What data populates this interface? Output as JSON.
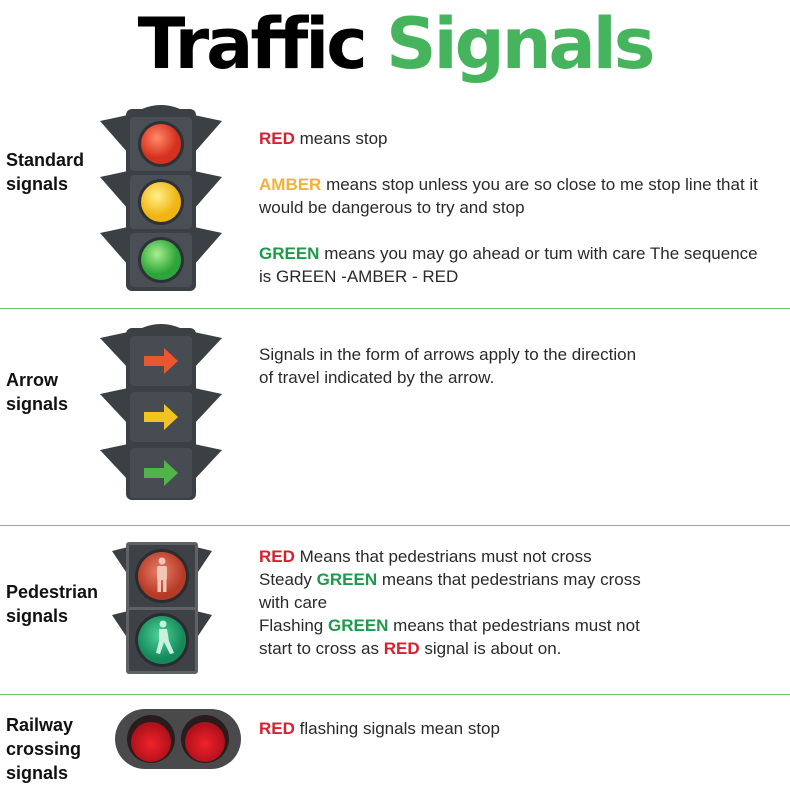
{
  "title": {
    "part1": "Traffic",
    "part2": "Signals"
  },
  "colors": {
    "accent_green": "#45b45d",
    "red": "#d7212f",
    "amber": "#f2b13c",
    "green": "#1e9a4a",
    "divider": "#6cc47a"
  },
  "sections": [
    {
      "label_line1": "Standard",
      "label_line2": "signals",
      "icon": "three-light-traffic-signal-icon",
      "items": [
        {
          "keyword": "RED",
          "text": " means stop"
        },
        {
          "keyword": "AMBER",
          "text": " means stop unless you are so close to me stop line that it",
          "text2": "would be dangerous to try and stop"
        },
        {
          "keyword": "GREEN",
          "text": " means you may go ahead or tum with care The sequence",
          "text2": "is GREEN -AMBER - RED"
        }
      ]
    },
    {
      "label_line1": "Arrow",
      "label_line2": "signals",
      "icon": "arrow-traffic-signal-icon",
      "line1": "Signals in the form of arrows apply to the direction",
      "line2": "of travel indicated by the arrow."
    },
    {
      "label_line1": "Pedestrian",
      "label_line2": "signals",
      "icon": "pedestrian-signal-icon",
      "l1_kw": "RED",
      "l1_text": " Means that pedestrians must not cross",
      "l2_pre": "Steady ",
      "l2_kw": "GREEN",
      "l2_text": " means that pedestrians may cross",
      "l3": "with care",
      "l4_pre": "Flashing ",
      "l4_kw": "GREEN",
      "l4_text": " means that pedestrians must not",
      "l5_pre": "start to cross as ",
      "l5_kw": "RED",
      "l5_text": " signal is about on."
    },
    {
      "label_line1": "Railway",
      "label_line2": "crossing",
      "label_line3": "signals",
      "icon": "railway-crossing-signal-icon",
      "kw": "RED",
      "text": " flashing signals mean stop"
    }
  ]
}
